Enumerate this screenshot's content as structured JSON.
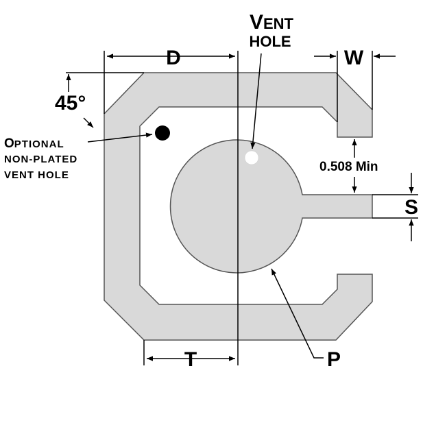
{
  "colors": {
    "pad_fill": "#d9d9d9",
    "outline": "#555555",
    "line": "#000000",
    "optional_hole": "#000000",
    "vent_hole": "#ffffff"
  },
  "labels": {
    "d": "D",
    "w": "W",
    "angle": "45°",
    "vent_hole_first": "V",
    "vent_hole_rest": "ENT",
    "vent_hole_line2": "HOLE",
    "optional_first": "O",
    "optional_rest": "PTIONAL",
    "optional_line2": "NON-PLATED",
    "optional_line3": "VENT HOLE",
    "min_spacing": "0.508 Min",
    "s": "S",
    "t": "T",
    "p": "P"
  }
}
